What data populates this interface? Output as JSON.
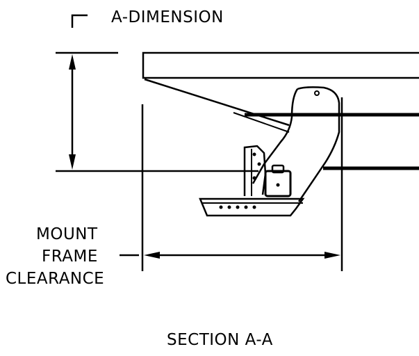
{
  "labels": {
    "a_dimension": "A-DIMENSION",
    "mount_frame_clearance": [
      "MOUNT",
      "FRAME",
      "CLEARANCE"
    ],
    "section": "SECTION A-A"
  },
  "colors": {
    "line": "#000000",
    "background": "#ffffff"
  }
}
